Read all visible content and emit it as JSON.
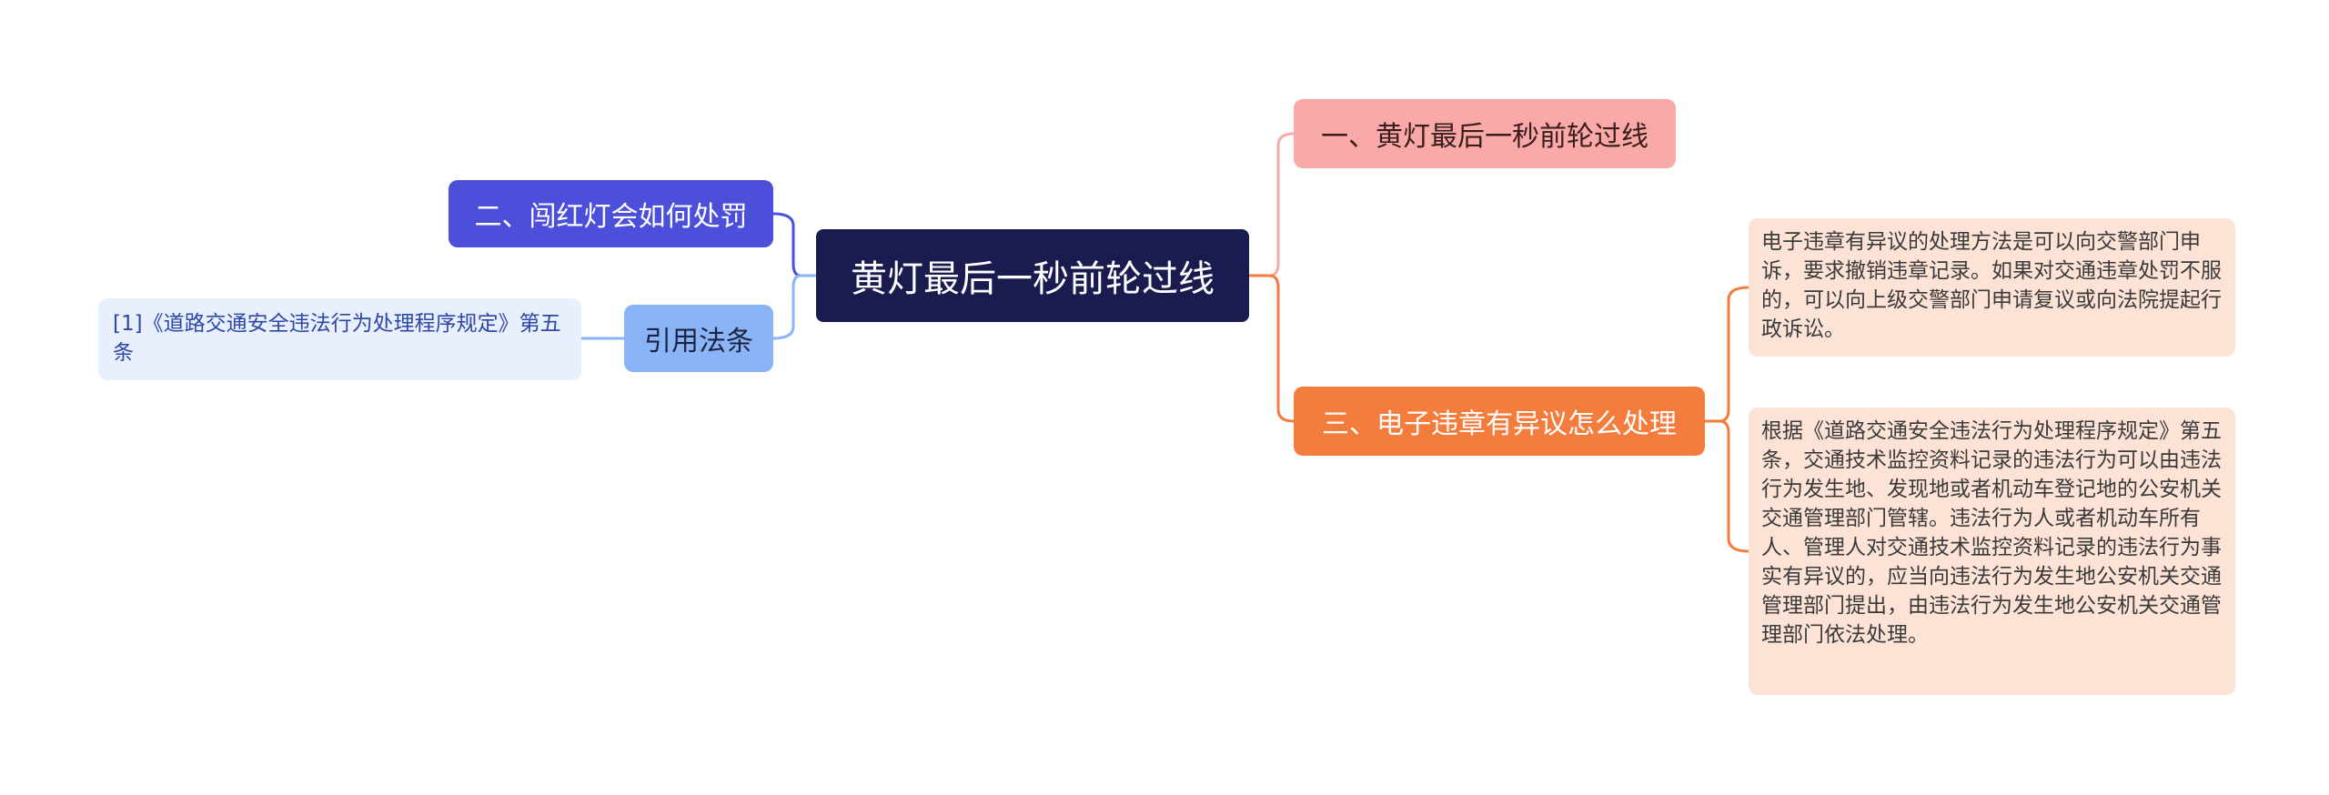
{
  "mindmap": {
    "center": {
      "label": "黄灯最后一秒前轮过线"
    },
    "left": {
      "branch_2": {
        "label": "二、闯红灯会如何处罚"
      },
      "citation": {
        "label": "引用法条",
        "detail": "[1]《道路交通安全违法行为处理程序规定》第五条"
      }
    },
    "right": {
      "branch_1": {
        "label": "一、黄灯最后一秒前轮过线"
      },
      "branch_3": {
        "label": "三、电子违章有异议怎么处理",
        "leaves": [
          {
            "text": "电子违章有异议的处理方法是可以向交警部门申诉，要求撤销违章记录。如果对交通违章处罚不服的，可以向上级交警部门申请复议或向法院提起行政诉讼。"
          },
          {
            "text": "根据《道路交通安全违法行为处理程序规定》第五条，交通技术监控资料记录的违法行为可以由违法行为发生地、发现地或者机动车登记地的公安机关交通管理部门管辖。违法行为人或者机动车所有人、管理人对交通技术监控资料记录的违法行为事实有异议的，应当向违法行为发生地公安机关交通管理部门提出，由违法行为发生地公安机关交通管理部门依法处理。"
          }
        ]
      }
    },
    "colors": {
      "center_bg": "#1a1b4e",
      "left_branch_bg": "#4b4fd9",
      "citation_bg": "#8ab4f8",
      "citation_detail_bg": "#e8f0fd",
      "right_branch_1_bg": "#f9a9a7",
      "right_branch_3_bg": "#f47c3c",
      "leaf_bg": "#fde3d6",
      "connector_left": "#8ab4f8",
      "connector_left_strong": "#4b4fd9",
      "connector_right_pink": "#f9a9a7",
      "connector_right_orange": "#f47c3c"
    }
  }
}
